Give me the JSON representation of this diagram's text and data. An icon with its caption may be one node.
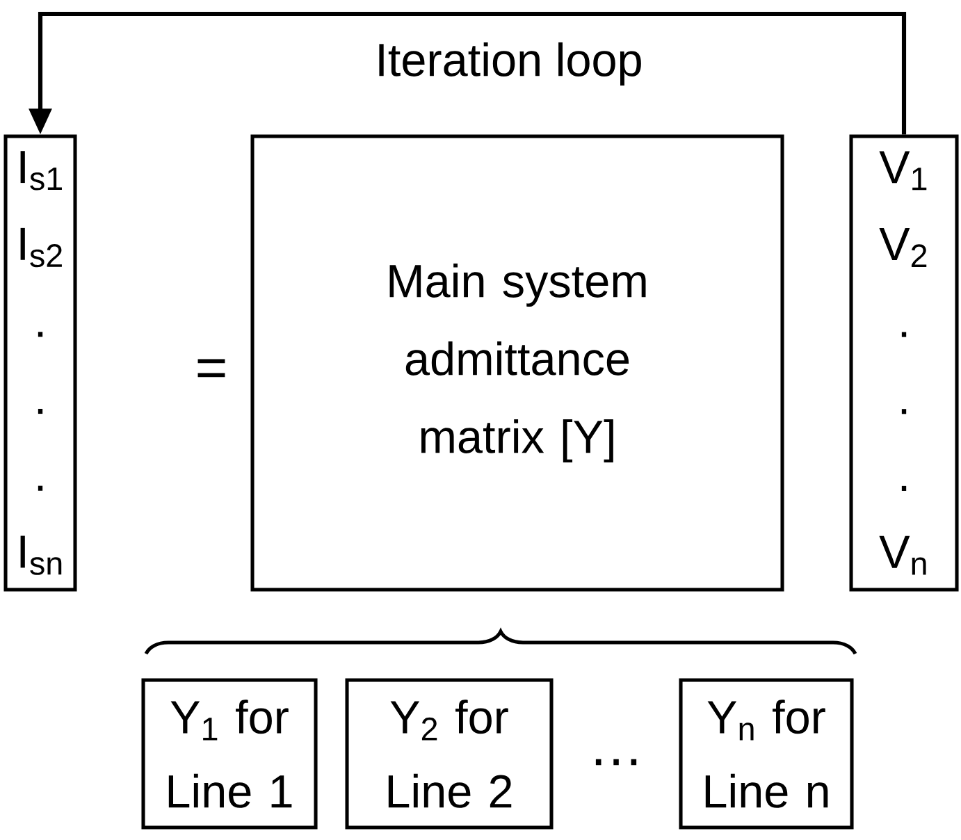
{
  "diagram": {
    "nodes": [
      {
        "text": [
          "I$_{s1}$",
          "I$_{s2}$",
          ".",
          ".",
          ".",
          "I$_{sn}$"
        ]
      },
      {
        "text": [
          "Main system admittance matrix [Y]"
        ]
      },
      {
        "text": [
          "V$_{1}$",
          "V$_{2}$",
          ".",
          ".",
          ".",
          "V$_{n}$"
        ]
      },
      {
        "text": [
          "Y$_{1}$ for Line 1"
        ]
      },
      {
        "text": [
          "Y$_{2}$ for Line 2"
        ]
      },
      {
        "text": [
          "Y$_{n}$ for Line n"
        ]
      }
    ],
    "edges": [
      {
        "from": 2,
        "to": 0,
        "arrow": "to",
        "label": "Iteration loop"
      }
    ],
    "labels": [
      "=",
      "…"
    ]
  }
}
